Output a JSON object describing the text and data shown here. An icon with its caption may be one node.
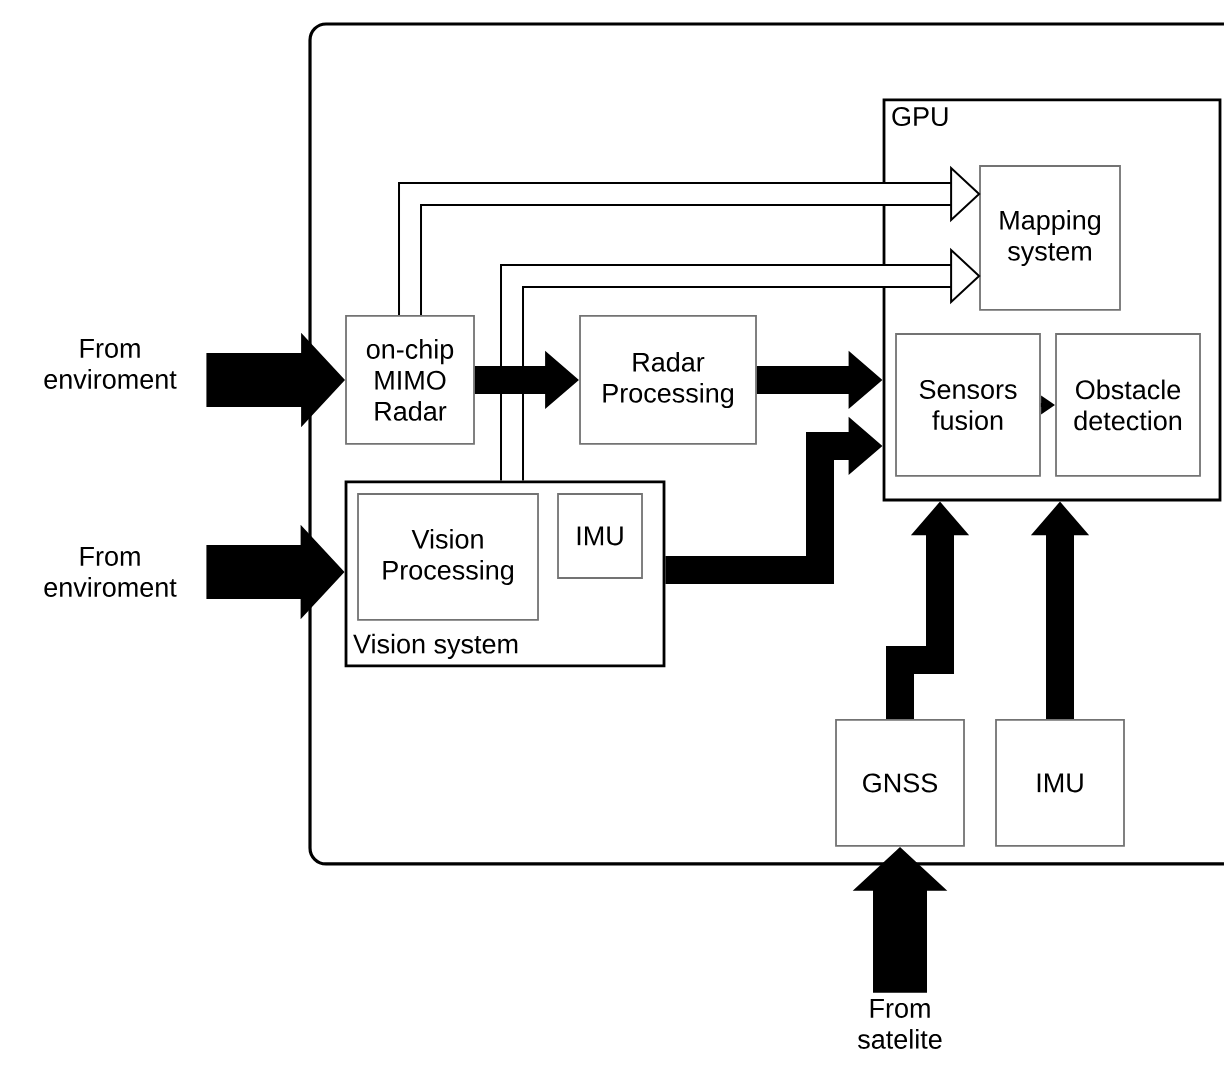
{
  "diagram": {
    "nodes": [
      {
        "text": [],
        "shape": "box"
      },
      {
        "text": [
          "GPU"
        ],
        "in": 0
      },
      {
        "text": [
          "Mapping system"
        ],
        "in": 1
      },
      {
        "text": [
          "Sensors fusion"
        ],
        "in": 1
      },
      {
        "text": [
          "Obstacle detection"
        ],
        "in": 1
      },
      {
        "text": [
          "on-chip MIMO Radar"
        ],
        "in": 0
      },
      {
        "text": [
          "Radar Processing"
        ],
        "in": 0
      },
      {
        "text": [
          "Vision system"
        ],
        "in": 0
      },
      {
        "text": [
          "Vision Processing"
        ],
        "in": 7
      },
      {
        "text": [
          "IMU"
        ],
        "in": 7
      },
      {
        "text": [
          "GNSS"
        ],
        "in": 0
      },
      {
        "text": [
          "IMU"
        ],
        "in": 0
      },
      {
        "text": [
          "From enviroment"
        ]
      },
      {
        "text": [
          "From enviroment"
        ]
      },
      {
        "text": [
          "From satelite"
        ]
      }
    ],
    "edges": [
      {
        "from": 12,
        "to": 5,
        "arrow": "to",
        "style": "thick"
      },
      {
        "from": 13,
        "to": 7,
        "arrow": "to",
        "style": "thick"
      },
      {
        "from": 14,
        "to": 10,
        "arrow": "to",
        "style": "thick"
      },
      {
        "from": 5,
        "to": 2,
        "arrow": "to"
      },
      {
        "from": 7,
        "to": 2,
        "arrow": "to"
      },
      {
        "from": 5,
        "to": 6,
        "arrow": "to"
      },
      {
        "from": 6,
        "to": 1,
        "arrow": "to"
      },
      {
        "from": 7,
        "to": 1,
        "arrow": "to"
      },
      {
        "from": 10,
        "to": 1,
        "arrow": "to"
      },
      {
        "from": 11,
        "to": 1,
        "arrow": "to"
      },
      {
        "from": 3,
        "to": 4,
        "arrow": "to"
      }
    ]
  }
}
